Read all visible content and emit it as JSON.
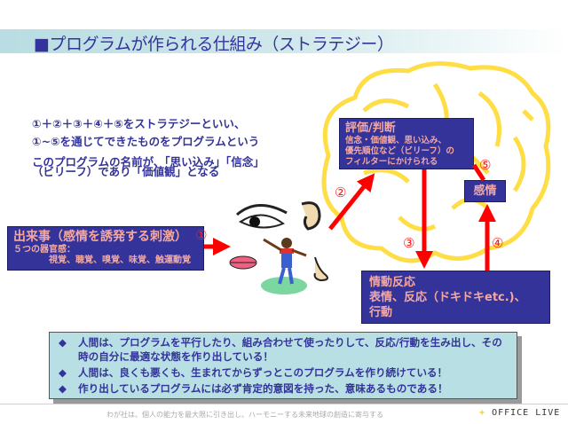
{
  "title": "■プログラムが作られる仕組み（ストラテジー）",
  "intro": {
    "line1": "①＋②＋③＋④＋⑤をストラテジーといい、",
    "line2": "①~⑤を通じてできたものをプログラムという",
    "line3": "このプログラムの名前が、「思い込み」「信念」",
    "line4": "（ビリーフ）であり「価値観」となる"
  },
  "event_box": {
    "title": "出来事（感情を誘発する刺激）",
    "sub": "５つの器官感：",
    "senses": "視覚、聴覚、嗅覚、味覚、触運動覚"
  },
  "judge_box": {
    "title": "評価/判断",
    "line1": "信念・価値観、思い込み、",
    "line2": "優先順位など（ビリーフ）の",
    "line3": "フィルターにかけられる"
  },
  "emotion_box": {
    "title": "感情"
  },
  "reaction_box": {
    "line1": "情動反応",
    "line2": "表情、反応（ドキドキetc.)、",
    "line3": "行動"
  },
  "numbers": {
    "n1": "①",
    "n2": "②",
    "n3": "③",
    "n4": "④",
    "n5": "⑤"
  },
  "bullets": [
    {
      "marker": "◆",
      "text": "人間は、プログラムを平行したり、組み合わせて使ったりして、反応/行動を生み出し、その時の自分に最適な状態を作り出している！"
    },
    {
      "marker": "◆",
      "text": "人間は、良くも悪くも、生まれてからずっとこのプログラムを作り続けている！"
    },
    {
      "marker": "◆",
      "text": "作り出しているプログラムには必ず肯定的意図を持った、意味あるものである！"
    }
  ],
  "footer": {
    "motto": "わが社は、個人の能力を最大限に引き出し、ハーモニーする未来地球の創造に寄与する",
    "brand": "OFFICE LIVE",
    "brand_mark": "+"
  },
  "colors": {
    "navy": "#333399",
    "arrow": "#ff0000",
    "brain": "#ffdd44"
  }
}
